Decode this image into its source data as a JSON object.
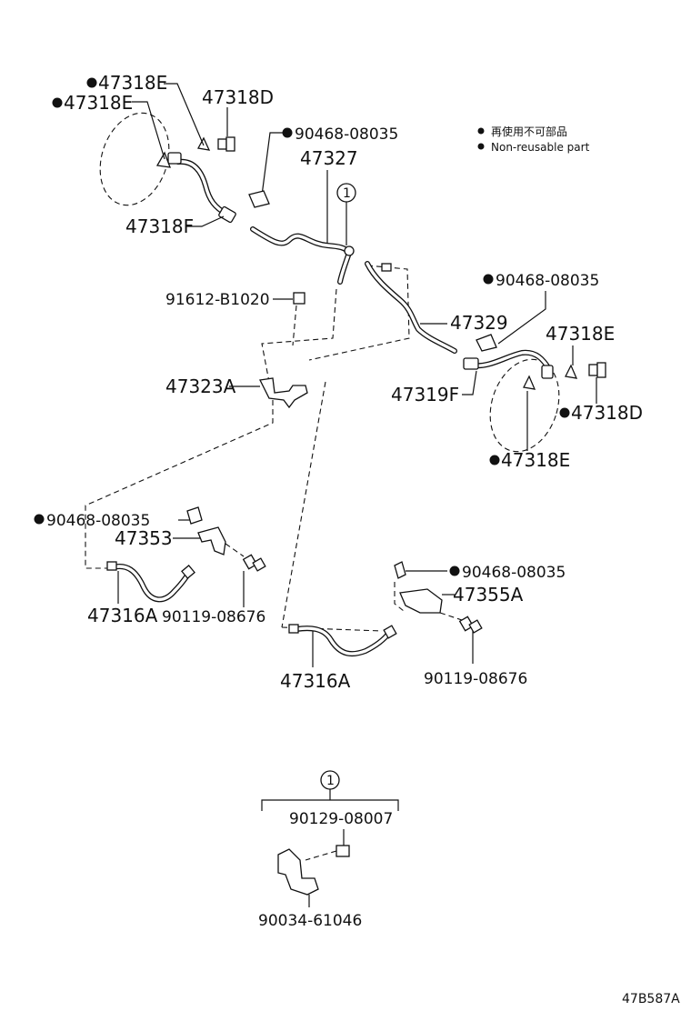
{
  "legend": {
    "line1": "再使用不可部品",
    "line2": "Non-reusable part"
  },
  "labels": {
    "p47318E_a": "47318E",
    "p47318E_b": "47318E",
    "p47318D_a": "47318D",
    "p90468_a": "90468-08035",
    "p47327": "47327",
    "callout_1a": "1",
    "p47318F": "47318F",
    "p91612": "91612-B1020",
    "p90468_b": "90468-08035",
    "p47329": "47329",
    "p47318E_c": "47318E",
    "p47323A": "47323A",
    "p47319F": "47319F",
    "p47318D_b": "47318D",
    "p47318E_d": "47318E",
    "p90468_c": "90468-08035",
    "p47353": "47353",
    "p47316A_a": "47316A",
    "p90119_a": "90119-08676",
    "p90468_d": "90468-08035",
    "p47355A": "47355A",
    "p47316A_b": "47316A",
    "p90119_b": "90119-08676",
    "callout_1b": "1",
    "p90129": "90129-08007",
    "p90034": "90034-61046",
    "diagram_ref": "47B587A"
  }
}
